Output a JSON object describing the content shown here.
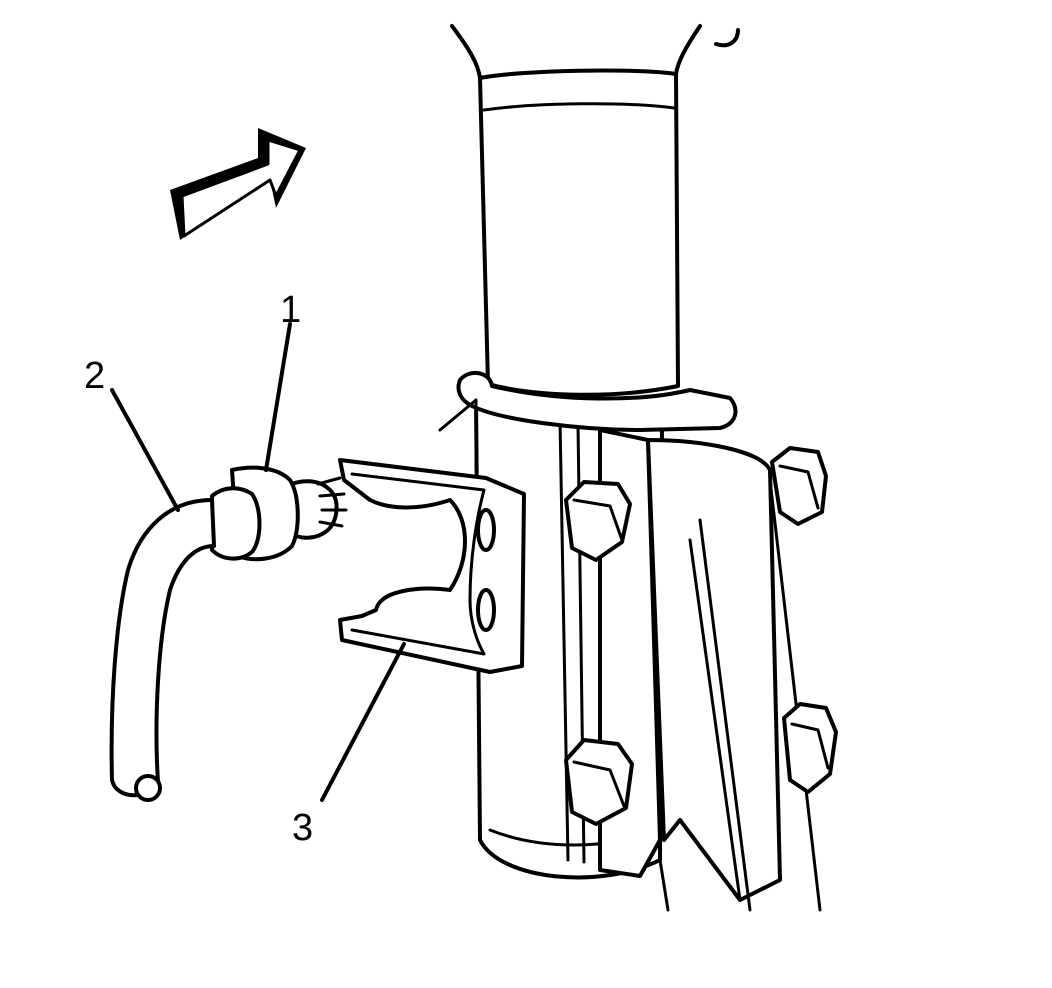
{
  "callouts": [
    {
      "id": "callout-1",
      "text": "1"
    },
    {
      "id": "callout-2",
      "text": "2"
    },
    {
      "id": "callout-3",
      "text": "3"
    }
  ],
  "colors": {
    "ink": "#000000",
    "background": "#ffffff"
  },
  "icons": {
    "direction_arrow": "front-direction-arrow-icon"
  }
}
